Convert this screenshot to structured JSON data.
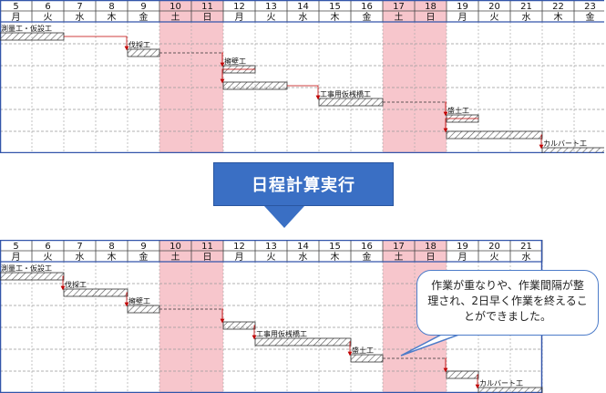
{
  "before_chart": {
    "days": [
      {
        "date": "5",
        "dow": "月",
        "holiday": false
      },
      {
        "date": "6",
        "dow": "火",
        "holiday": false
      },
      {
        "date": "7",
        "dow": "水",
        "holiday": false
      },
      {
        "date": "8",
        "dow": "木",
        "holiday": false
      },
      {
        "date": "9",
        "dow": "金",
        "holiday": false
      },
      {
        "date": "10",
        "dow": "土",
        "holiday": true
      },
      {
        "date": "11",
        "dow": "日",
        "holiday": true
      },
      {
        "date": "12",
        "dow": "月",
        "holiday": false
      },
      {
        "date": "13",
        "dow": "火",
        "holiday": false
      },
      {
        "date": "14",
        "dow": "水",
        "holiday": false
      },
      {
        "date": "15",
        "dow": "木",
        "holiday": false
      },
      {
        "date": "16",
        "dow": "金",
        "holiday": false
      },
      {
        "date": "17",
        "dow": "土",
        "holiday": true
      },
      {
        "date": "18",
        "dow": "日",
        "holiday": true
      },
      {
        "date": "19",
        "dow": "月",
        "holiday": false
      },
      {
        "date": "20",
        "dow": "火",
        "holiday": false
      },
      {
        "date": "21",
        "dow": "水",
        "holiday": false
      },
      {
        "date": "22",
        "dow": "木",
        "holiday": false
      },
      {
        "date": "23",
        "dow": "金",
        "holiday": false
      }
    ],
    "tasks": [
      {
        "name": "測量工・仮設工",
        "start": 0,
        "end": 2
      },
      {
        "name": "伐採工",
        "start": 4,
        "end": 5,
        "dashed_to": 7
      },
      {
        "name": "擁壁工",
        "start": 7,
        "end": 8
      },
      {
        "name": "",
        "start": 7,
        "end": 9
      },
      {
        "name": "工事用仮桟橋工",
        "start": 10,
        "end": 12,
        "dashed_to": 14
      },
      {
        "name": "盛土工",
        "start": 14,
        "end": 15
      },
      {
        "name": "",
        "start": 14,
        "end": 17
      },
      {
        "name": "カルバート工",
        "start": 17,
        "end": 19
      }
    ]
  },
  "after_chart": {
    "days": [
      {
        "date": "5",
        "dow": "月",
        "holiday": false
      },
      {
        "date": "6",
        "dow": "火",
        "holiday": false
      },
      {
        "date": "7",
        "dow": "水",
        "holiday": false
      },
      {
        "date": "8",
        "dow": "木",
        "holiday": false
      },
      {
        "date": "9",
        "dow": "金",
        "holiday": false
      },
      {
        "date": "10",
        "dow": "土",
        "holiday": true
      },
      {
        "date": "11",
        "dow": "日",
        "holiday": true
      },
      {
        "date": "12",
        "dow": "月",
        "holiday": false
      },
      {
        "date": "13",
        "dow": "火",
        "holiday": false
      },
      {
        "date": "14",
        "dow": "水",
        "holiday": false
      },
      {
        "date": "15",
        "dow": "木",
        "holiday": false
      },
      {
        "date": "16",
        "dow": "金",
        "holiday": false
      },
      {
        "date": "17",
        "dow": "土",
        "holiday": true
      },
      {
        "date": "18",
        "dow": "日",
        "holiday": true
      },
      {
        "date": "19",
        "dow": "月",
        "holiday": false
      },
      {
        "date": "20",
        "dow": "火",
        "holiday": false
      },
      {
        "date": "21",
        "dow": "水",
        "holiday": false
      }
    ],
    "tasks": [
      {
        "name": "測量工・仮設工",
        "start": 0,
        "end": 2
      },
      {
        "name": "伐採工",
        "start": 2,
        "end": 4
      },
      {
        "name": "擁壁工",
        "start": 4,
        "end": 5,
        "dashed_to": 7
      },
      {
        "name": "",
        "start": 7,
        "end": 8
      },
      {
        "name": "工事用仮桟橋工",
        "start": 8,
        "end": 11
      },
      {
        "name": "盛土工",
        "start": 11,
        "end": 12,
        "dashed_to": 14
      },
      {
        "name": "",
        "start": 14,
        "end": 15
      },
      {
        "name": "カルバート工",
        "start": 15,
        "end": 17
      }
    ]
  },
  "banner_label": "日程計算実行",
  "callout_text": "作業が重なりや、作業間隔が整理され、2日早く作業を終えることができました。",
  "colors": {
    "holiday": "#f7c6cc",
    "arrow": "#c00000",
    "bar_stroke": "#333333",
    "banner": "#3a6fc4"
  }
}
